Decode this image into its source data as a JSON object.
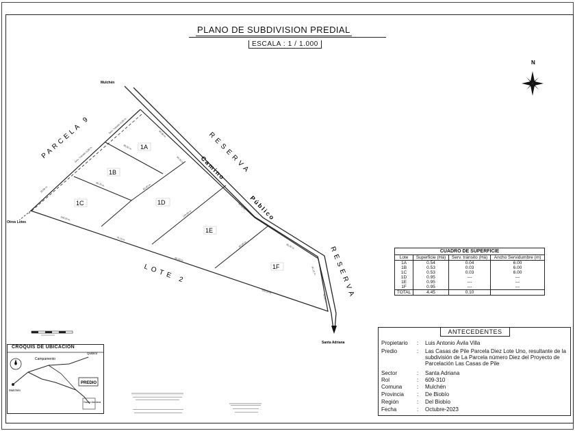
{
  "plan": {
    "title": "PLANO DE SUBDIVISION PREDIAL",
    "scale": "ESCALA : 1 / 1.000",
    "north": "N"
  },
  "map_labels": {
    "parcela9": "PARCELA 9",
    "reserva_top": "RESERVA",
    "reserva_right": "RESERVA",
    "camino": "Camino",
    "publico": "Público",
    "lote2": "LOTE 2",
    "mulchen": "Mulchén",
    "otros_lotes": "Otros Lotes",
    "santa_adriana": "Santa Adriana",
    "lots": [
      "1A",
      "1B",
      "1C",
      "1D",
      "1E",
      "1F"
    ]
  },
  "surface_table": {
    "caption": "CUADRO DE SUPERFICIE",
    "headers": [
      "Lote",
      "Superficie (Há)",
      "Serv. tránsito (Há)",
      "Ancho Servidumbre (m)"
    ],
    "rows": [
      [
        "1A",
        "0.54",
        "0.04",
        "6.00"
      ],
      [
        "1B",
        "0.53",
        "0.03",
        "6.00"
      ],
      [
        "1C",
        "0.53",
        "0.03",
        "6.00"
      ],
      [
        "1D",
        "0.95",
        "---",
        "---"
      ],
      [
        "1E",
        "0.95",
        "---",
        "---"
      ],
      [
        "1F",
        "0.95",
        "---",
        "---"
      ]
    ],
    "total": [
      "TOTAL",
      "4.45",
      "0.10",
      ""
    ]
  },
  "antecedentes": {
    "title": "ANTECEDENTES",
    "rows": [
      {
        "key": "Propietario",
        "val": "Luis Antonio Ávila Villa"
      },
      {
        "key": "Predio",
        "val": "Las Casas de Pile Parcela Diez Lote Uno, resultante de la subdivisión de La Parcela número Diez del Proyecto de Parcelación Las Casas de Pile"
      },
      {
        "key": "Sector",
        "val": "Santa Adriana"
      },
      {
        "key": "Rol",
        "val": "609-310"
      },
      {
        "key": "Comuna",
        "val": "Mulchén"
      },
      {
        "key": "Provincia",
        "val": "De Biobío"
      },
      {
        "key": "Región",
        "val": "Del Biobío"
      },
      {
        "key": "Fecha",
        "val": "Octubre-2023"
      }
    ]
  },
  "croquis": {
    "title": "CROQUIS DE UBICACION",
    "campamento": "Campamento",
    "quilaco": "Quilaco",
    "mulchen": "Mulchén",
    "predio": "PREDIO",
    "santa_adriana": "Santa Adriana"
  }
}
